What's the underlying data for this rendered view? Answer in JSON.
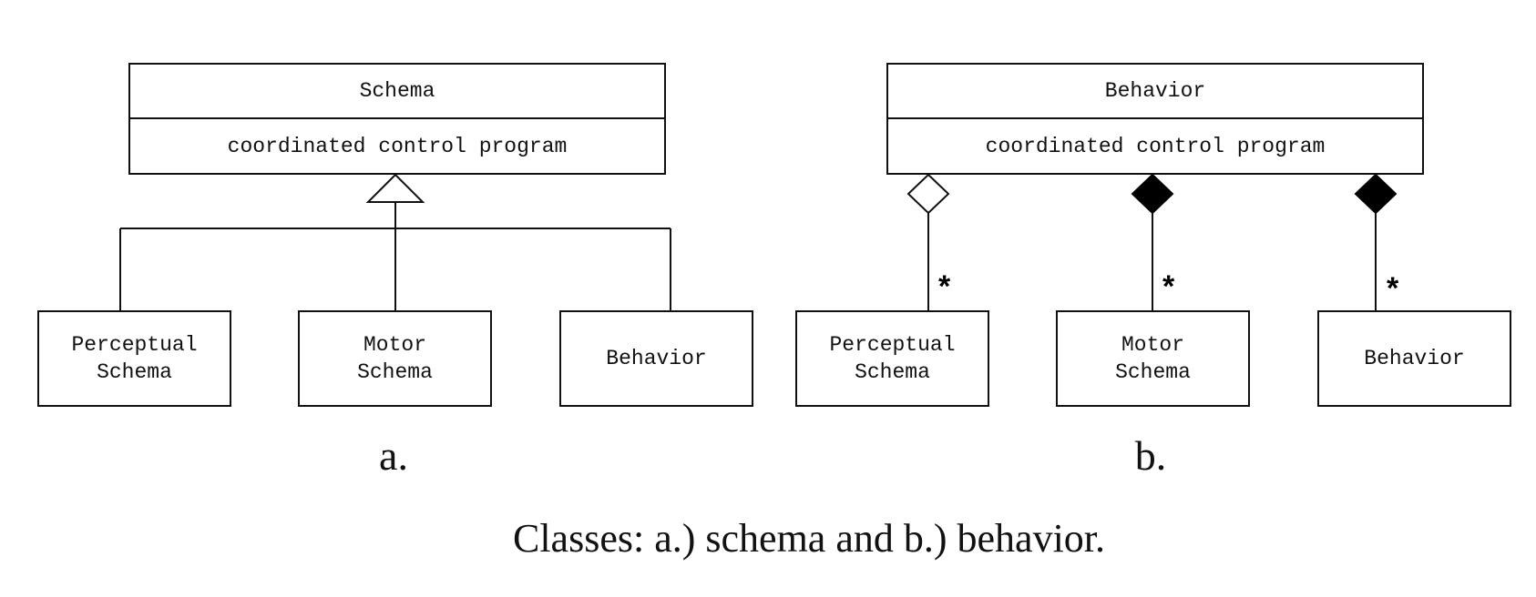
{
  "diagram_a": {
    "parent": {
      "name": "Schema",
      "body": "coordinated control program"
    },
    "children": [
      {
        "line1": "Perceptual",
        "line2": "Schema"
      },
      {
        "line1": "Motor",
        "line2": "Schema"
      },
      {
        "line1": "Behavior",
        "line2": ""
      }
    ],
    "label": "a."
  },
  "diagram_b": {
    "parent": {
      "name": "Behavior",
      "body": "coordinated control program"
    },
    "children": [
      {
        "line1": "Perceptual",
        "line2": "Schema",
        "multiplicity": "*"
      },
      {
        "line1": "Motor",
        "line2": "Schema",
        "multiplicity": "*"
      },
      {
        "line1": "Behavior",
        "line2": "",
        "multiplicity": "*"
      }
    ],
    "label": "b."
  },
  "caption": "Classes: a.) schema and b.) behavior."
}
